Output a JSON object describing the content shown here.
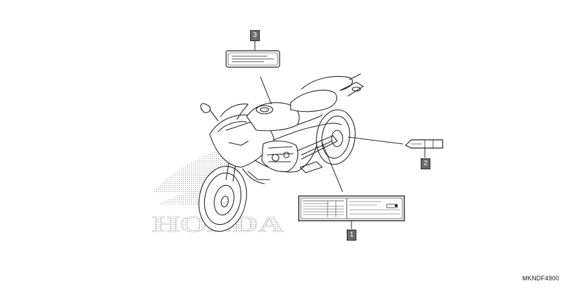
{
  "figure": {
    "brand_watermark": "HONDA",
    "drawing_code": "MKNDF4900"
  },
  "callouts": [
    {
      "number": "1"
    },
    {
      "number": "2"
    },
    {
      "number": "3"
    }
  ]
}
